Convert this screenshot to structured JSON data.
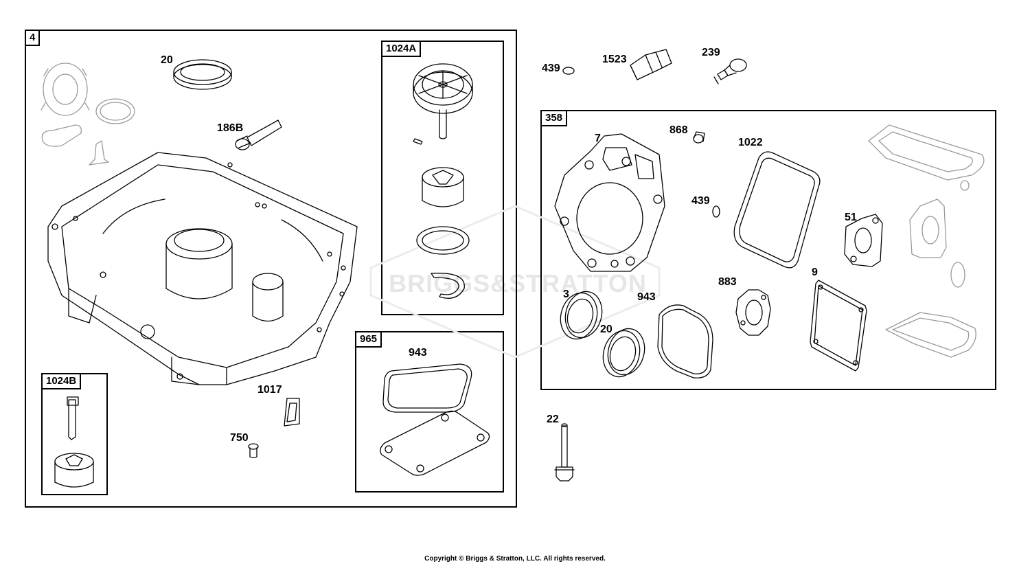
{
  "groups": {
    "g4": "4",
    "g1024A": "1024A",
    "g1024B": "1024B",
    "g965": "965",
    "g358": "358"
  },
  "callouts": {
    "c20_top": "20",
    "c186B": "186B",
    "c1017": "1017",
    "c750": "750",
    "c1024A": "1024A",
    "c943_965": "943",
    "c439_top": "439",
    "c1523": "1523",
    "c239": "239",
    "c7": "7",
    "c868": "868",
    "c1022": "1022",
    "c439_358": "439",
    "c51": "51",
    "c3": "3",
    "c943_358": "943",
    "c883": "883",
    "c9": "9",
    "c20_358": "20",
    "c22": "22"
  },
  "watermark": "BRIGGS&STRATTON",
  "copyright": "Copyright © Briggs & Stratton, LLC. All rights reserved."
}
